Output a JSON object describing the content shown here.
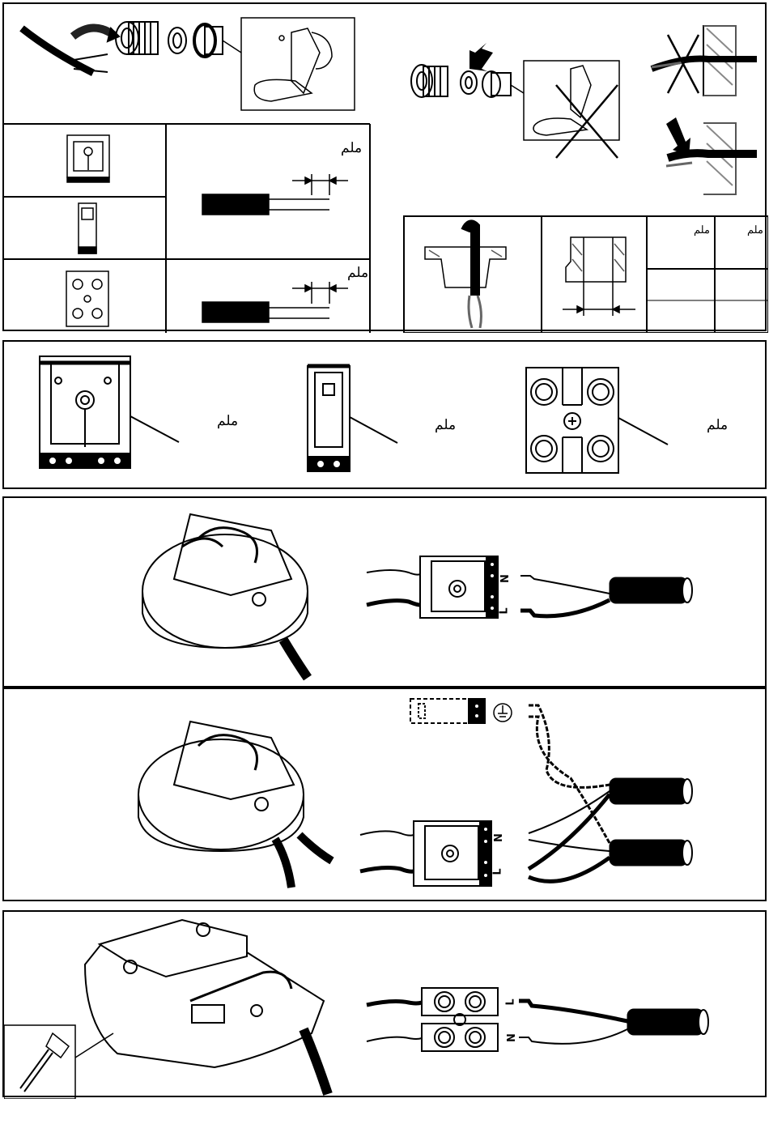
{
  "labels": {
    "unit": "ملم",
    "neutral": "N",
    "live": "L"
  },
  "colors": {
    "line": "#000000",
    "hatch": "#555555",
    "background": "#ffffff"
  },
  "icons": [
    "cable-gland-icon",
    "wire-cutter-icon",
    "arrow-icon",
    "cross-mark-icon",
    "terminal-block-icon",
    "screwdriver-icon",
    "earth-symbol-icon",
    "junction-box-icon"
  ]
}
